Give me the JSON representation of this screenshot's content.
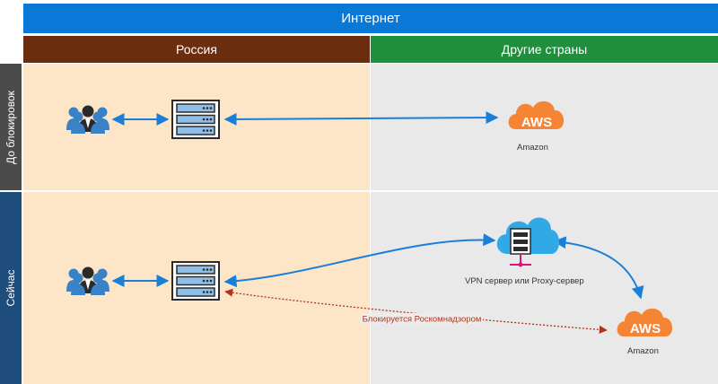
{
  "header": {
    "title": "Интернет",
    "col_russia": "Россия",
    "col_other": "Другие страны"
  },
  "rows": {
    "before": "До блокировок",
    "now": "Сейчас"
  },
  "nodes": {
    "aws_label": "AWS",
    "amazon_caption": "Amazon",
    "vpn_caption": "VPN сервер или Proxy-сервер"
  },
  "edges": {
    "blocked_label": "Блокируется Роскомнадзором"
  },
  "colors": {
    "internet": "#0a78d6",
    "russia": "#6b2d0e",
    "other": "#1f8f3e",
    "arrow": "#1a7fd8",
    "blocked": "#b0341a",
    "aws": "#f58534"
  }
}
